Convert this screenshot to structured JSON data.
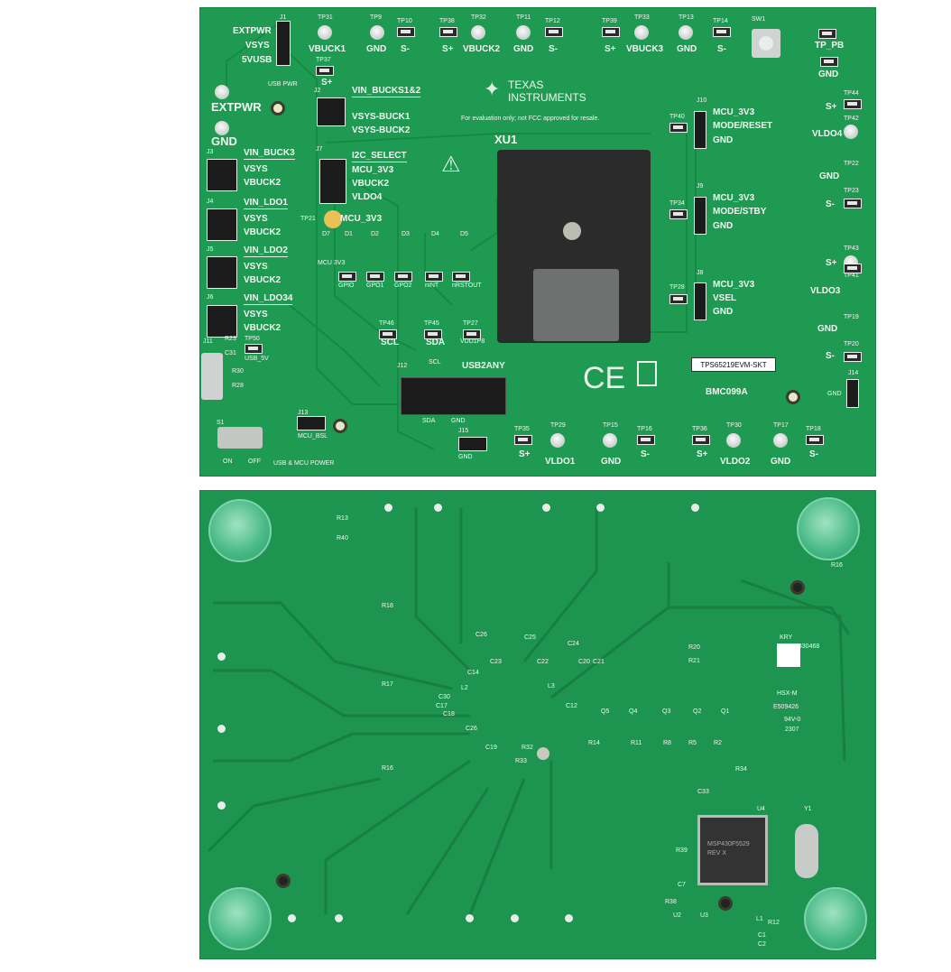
{
  "top_board": {
    "labels": [
      "J1",
      "EXTPWR",
      "VSYS",
      "5VUSB",
      "USB PWR",
      "TP31",
      "VBUCK1",
      "TP9",
      "GND",
      "TP10",
      "S-",
      "TP37",
      "S+",
      "TP38",
      "S+",
      "TP32",
      "VBUCK2",
      "TP11",
      "GND",
      "TP12",
      "S-",
      "TP39",
      "S+",
      "TP33",
      "VBUCK3",
      "TP13",
      "GND",
      "TP14",
      "S-",
      "SW1",
      "TP_PB",
      "GND",
      "EXTPWR",
      "GND",
      "J2",
      "VIN_BUCKS1&2",
      "VSYS-BUCK1",
      "VSYS-BUCK2",
      "For evaluation only; not FCC approved for resale.",
      "XU1",
      "J10",
      "MCU_3V3",
      "MODE/RESET",
      "GND",
      "TP40",
      "TP44",
      "S+",
      "TP42",
      "VLDO4",
      "GND",
      "TP22",
      "TP23",
      "S-",
      "J9",
      "MCU_3V3",
      "MODE/STBY",
      "GND",
      "TP34",
      "J3",
      "VIN_BUCK3",
      "VSYS",
      "VBUCK2",
      "J7",
      "I2C_SELECT",
      "MCU_3V3",
      "VBUCK2",
      "VLDO4",
      "TP21",
      "MCU_3V3",
      "J4",
      "VIN_LDO1",
      "VSYS",
      "VBUCK2",
      "D7",
      "D1",
      "D2",
      "D3",
      "D4",
      "D5",
      "MCU 3V3",
      "GPIO",
      "GPO1",
      "GPO2",
      "nINT",
      "nRSTOUT",
      "J5",
      "VIN_LDO2",
      "VSYS",
      "VBUCK2",
      "J6",
      "VIN_LDO34",
      "VSYS",
      "VBUCK2",
      "TP46",
      "SCL",
      "TP45",
      "SDA",
      "TP27",
      "VDD1P8",
      "J8",
      "MCU_3V3",
      "VSEL",
      "GND",
      "TP28",
      "TP43",
      "S+",
      "TP41",
      "VLDO3",
      "GND",
      "TP19",
      "S-",
      "TP20",
      "J11",
      "TP50",
      "USB_5V",
      "R23",
      "C31",
      "R30",
      "R28",
      "J12",
      "USB2ANY",
      "SCL",
      "SDA",
      "GND",
      "BMC099A",
      "J14",
      "GND",
      "S1",
      "ON",
      "OFF",
      "USB & MCU POWER",
      "J13",
      "MCU_BSL",
      "J15",
      "GND",
      "TP35",
      "S+",
      "TP29",
      "VLDO1",
      "TP15",
      "GND",
      "TP16",
      "S-",
      "TP36",
      "S+",
      "TP30",
      "VLDO2",
      "TP17",
      "GND",
      "TP18",
      "S-"
    ],
    "logo": {
      "line1": "TEXAS",
      "line2": "INSTRUMENTS"
    },
    "ce_mark": "CE",
    "product_label": "TPS65219EVM-SKT"
  },
  "bottom_board": {
    "labels": [
      "R13",
      "R40",
      "R18",
      "R17",
      "R16",
      "C26",
      "C25",
      "C23",
      "C24",
      "C22",
      "C14",
      "C20",
      "C21",
      "L2",
      "L3",
      "C30",
      "C17",
      "C18",
      "C12",
      "C19",
      "C26",
      "R32",
      "R33",
      "Q5",
      "Q4",
      "Q3",
      "Q2",
      "Q1",
      "R14",
      "R11",
      "R8",
      "R5",
      "R2",
      "R20",
      "R21",
      "R16",
      "R34",
      "C33",
      "R39",
      "C7",
      "R38",
      "U2",
      "U3",
      "L1",
      "R12",
      "C1",
      "C2",
      "Y1",
      "U4",
      "HSX-M",
      "E509426",
      "94V-0",
      "2307",
      "KRY",
      "2330468"
    ],
    "chip_text": [
      "MSP430F5529",
      "REV X"
    ]
  },
  "colors": {
    "pcb": "#1f9a52",
    "silkscreen": "#f2f7f2",
    "socket": "#2b2b2b"
  }
}
